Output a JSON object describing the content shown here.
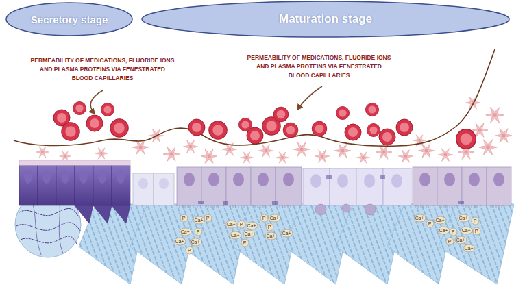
{
  "diagram": {
    "nodes": [
      {
        "text": [
          "Secretory stage"
        ]
      },
      {
        "text": [
          "Maturation stage"
        ]
      },
      {
        "text": [
          "P"
        ]
      },
      {
        "text": [
          "Ca+"
        ]
      },
      {
        "text": [
          "Ca+"
        ]
      },
      {
        "text": [
          "P"
        ]
      },
      {
        "text": [
          "Ca+"
        ]
      },
      {
        "text": [
          "Ca+"
        ]
      },
      {
        "text": [
          "P"
        ]
      },
      {
        "text": [
          "P"
        ]
      },
      {
        "text": [
          "Ca+"
        ]
      },
      {
        "text": [
          "P"
        ]
      },
      {
        "text": [
          "Ca+"
        ]
      },
      {
        "text": [
          "P"
        ]
      },
      {
        "text": [
          "Ca+"
        ]
      },
      {
        "text": [
          "P"
        ]
      },
      {
        "text": [
          "Ca+"
        ]
      },
      {
        "text": [
          "Ca+"
        ]
      },
      {
        "text": [
          "P"
        ]
      },
      {
        "text": [
          "Ca+"
        ]
      },
      {
        "text": [
          "Ca+"
        ]
      },
      {
        "text": [
          "Ca+"
        ]
      },
      {
        "text": [
          "P"
        ]
      },
      {
        "text": [
          "Ca+"
        ]
      },
      {
        "text": [
          "Ca+"
        ]
      },
      {
        "text": [
          "P"
        ]
      },
      {
        "text": [
          "Ca+"
        ]
      },
      {
        "text": [
          "P"
        ]
      },
      {
        "text": [
          "Ca+"
        ]
      },
      {
        "text": [
          "P"
        ]
      },
      {
        "text": [
          "Ca+"
        ]
      },
      {
        "text": [
          "P"
        ]
      },
      {
        "text": [
          "Ca+"
        ]
      }
    ],
    "edges": [],
    "labels": [
      "PERMEABILITY OF MEDICATIONS, FLUORIDE IONS AND PLASMA PROTEINS VIA FENESTRATED BLOOD CAPILLARIES",
      "PERMEABILITY OF MEDICATIONS, FLUORIDE IONS AND PLASMA PROTEINS VIA FENESTRATED BLOOD CAPILLARIES"
    ]
  }
}
